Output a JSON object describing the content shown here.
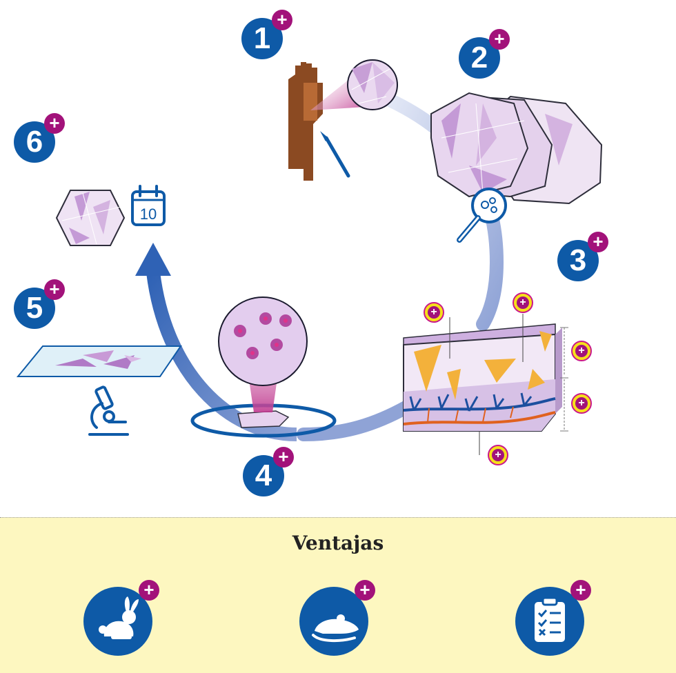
{
  "steps": [
    {
      "number": "1",
      "plus": "+"
    },
    {
      "number": "2",
      "plus": "+"
    },
    {
      "number": "3",
      "plus": "+"
    },
    {
      "number": "4",
      "plus": "+"
    },
    {
      "number": "5",
      "plus": "+"
    },
    {
      "number": "6",
      "plus": "+"
    }
  ],
  "calendar": {
    "day": "10"
  },
  "info_plus": "+",
  "advantages": {
    "title": "Ventajas",
    "items": [
      {
        "icon": "rabbit-icon",
        "plus": "+"
      },
      {
        "icon": "mouse-icon",
        "plus": "+"
      },
      {
        "icon": "checklist-icon",
        "plus": "+"
      }
    ]
  },
  "colors": {
    "step_blue": "#0e5aa7",
    "plus_magenta": "#a2127a",
    "advantages_bg": "#fdf7c0",
    "tissue_lilac": "#e6d8ee",
    "accent_yellow": "#f6e01a"
  }
}
